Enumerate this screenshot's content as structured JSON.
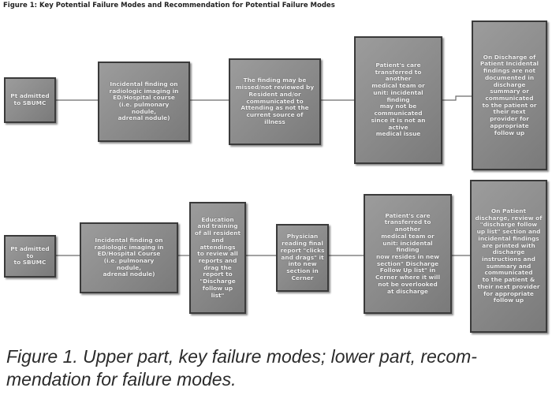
{
  "title": "Figure 1: Key Potential Failure Modes and Recommendation for Potential Failure Modes",
  "rows": [
    {
      "name": "key-failure-modes",
      "boxes": [
        "Pt admitted\nto SBUMC",
        "Incidental finding on\nradiologic imaging in\nED/Hospital course\n(i.e. pulmonary\nnodule,\nadrenal nodule)",
        "The finding may be\nmissed/not reviewed by\nResident and/or\ncommunicated to\nAttending as not the\ncurrent source of\nillness",
        "Patient's care\ntransferred to\nanother\nmedical team or\nunit: incidental\nfinding\nmay not be\ncommunicated\nsince it is not an\nactive\nmedical issue",
        "On Discharge of\nPatient Incidental\nfindings are not\ndocumented in\ndischarge\nsummary or\ncommunicated\nto the patient or\ntheir next\nprovider for\nappropriate\nfollow up"
      ]
    },
    {
      "name": "recommendations",
      "boxes": [
        "Pt admitted to\nto SBUMC",
        "Incidental finding on\nradiologic imaging in\nED/Hospital Course\n(i.e. pulmonary\nnodule,\nadrenal nodule)",
        "Education\nand training\nof all resident\nand attendings\nto review all\nreports and\ndrag the\nreport to\n\"Discharge\nfollow up\nlist\"",
        "Physician\nreading final\nreport \"clicks\nand drags\" it\ninto new\nsection in\nCerner",
        "Patient's care\ntransferred to\nanother\nmedical team or\nunit: incidental\nfinding\nnow resides in new\nsection\" Discharge\nFollow Up list\" in\nCerner where it will\nnot be overlooked\nat discharge",
        "On Patient\ndischarge, review of\n\"discharge follow\nup list\" section and\nincidental findings\nare printed with\ndischarge\ninstructions and\nsummary and\ncommunicated\nto the patient &\ntheir next provider\nfor appropriate\nfollow up"
      ]
    }
  ],
  "caption": "Figure 1. Upper part, key failure modes; lower part, recom-\nmendation for failure modes.",
  "colors": {
    "box_fill": "#8e8e8e",
    "box_border": "#3a3a3a",
    "box_text": "#f2f2f2",
    "connector": "#6a6a6a"
  }
}
